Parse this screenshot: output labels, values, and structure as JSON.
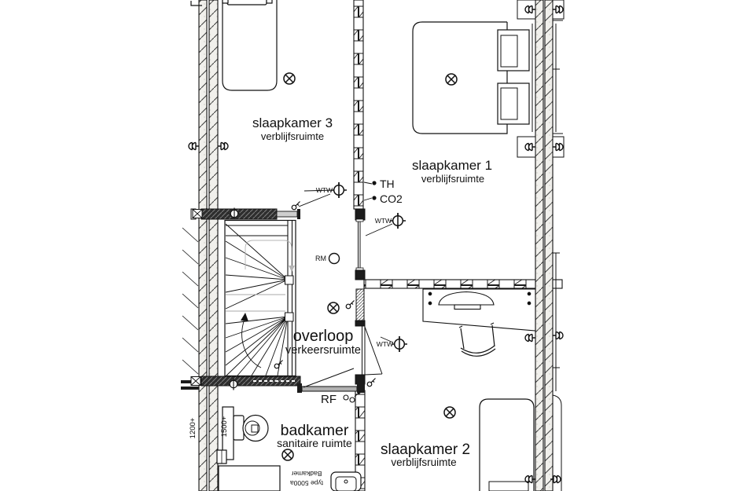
{
  "plan": {
    "rooms": {
      "slaapkamer3": {
        "name": "slaapkamer 3",
        "type": "verblijfsruimte"
      },
      "slaapkamer1": {
        "name": "slaapkamer 1",
        "type": "verblijfsruimte"
      },
      "overloop": {
        "name": "overloop",
        "type": "verkeersruimte"
      },
      "badkamer": {
        "name": "badkamer",
        "type": "sanitaire ruimte"
      },
      "slaapkamer2": {
        "name": "slaapkamer 2",
        "type": "verblijfsruimte"
      }
    },
    "labels": {
      "th": "TH",
      "co2": "CO2",
      "wtw": "WTW",
      "rm": "RM",
      "rf": "RF",
      "dim_left": "1200+",
      "dim_right": "1500+",
      "bath_spec_1": "Badkamer",
      "bath_spec_2": "type 5000a"
    },
    "colors": {
      "line": "#1a1a1a",
      "gray": "#a8a8a8",
      "wall_fill": "#f1f0ec"
    }
  }
}
